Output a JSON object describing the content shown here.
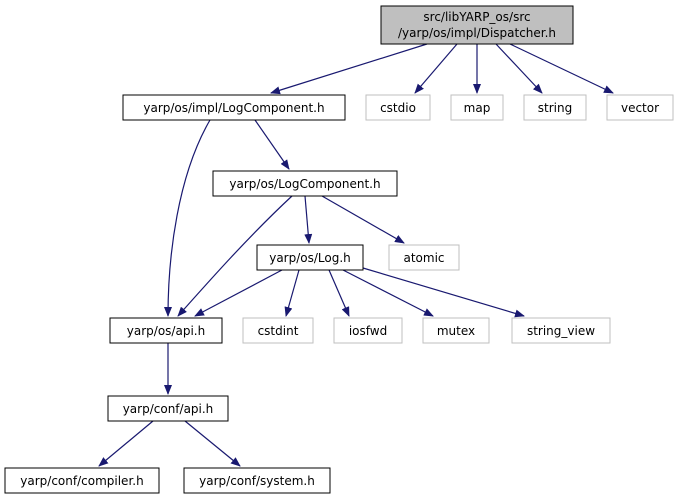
{
  "diagram": {
    "root": {
      "line1": "src/libYARP_os/src",
      "line2": "/yarp/os/impl/Dispatcher.h"
    },
    "nodes": {
      "impl_log_component": "yarp/os/impl/LogComponent.h",
      "cstdio": "cstdio",
      "map": "map",
      "string": "string",
      "vector": "vector",
      "log_component": "yarp/os/LogComponent.h",
      "atomic": "atomic",
      "log": "yarp/os/Log.h",
      "os_api": "yarp/os/api.h",
      "cstdint": "cstdint",
      "iosfwd": "iosfwd",
      "mutex": "mutex",
      "string_view": "string_view",
      "conf_api": "yarp/conf/api.h",
      "conf_compiler": "yarp/conf/compiler.h",
      "conf_system": "yarp/conf/system.h"
    },
    "edges": [
      [
        "root",
        "impl_log_component"
      ],
      [
        "root",
        "cstdio"
      ],
      [
        "root",
        "map"
      ],
      [
        "root",
        "string"
      ],
      [
        "root",
        "vector"
      ],
      [
        "impl_log_component",
        "log_component"
      ],
      [
        "impl_log_component",
        "os_api"
      ],
      [
        "log_component",
        "atomic"
      ],
      [
        "log_component",
        "log"
      ],
      [
        "log_component",
        "os_api"
      ],
      [
        "log",
        "os_api"
      ],
      [
        "log",
        "cstdint"
      ],
      [
        "log",
        "iosfwd"
      ],
      [
        "log",
        "mutex"
      ],
      [
        "log",
        "string_view"
      ],
      [
        "os_api",
        "conf_api"
      ],
      [
        "conf_api",
        "conf_compiler"
      ],
      [
        "conf_api",
        "conf_system"
      ]
    ],
    "colors": {
      "edge": "#191970",
      "root_fill": "#bfbfbf",
      "node_border": "#000000",
      "system_border": "#bfbfbf"
    }
  }
}
